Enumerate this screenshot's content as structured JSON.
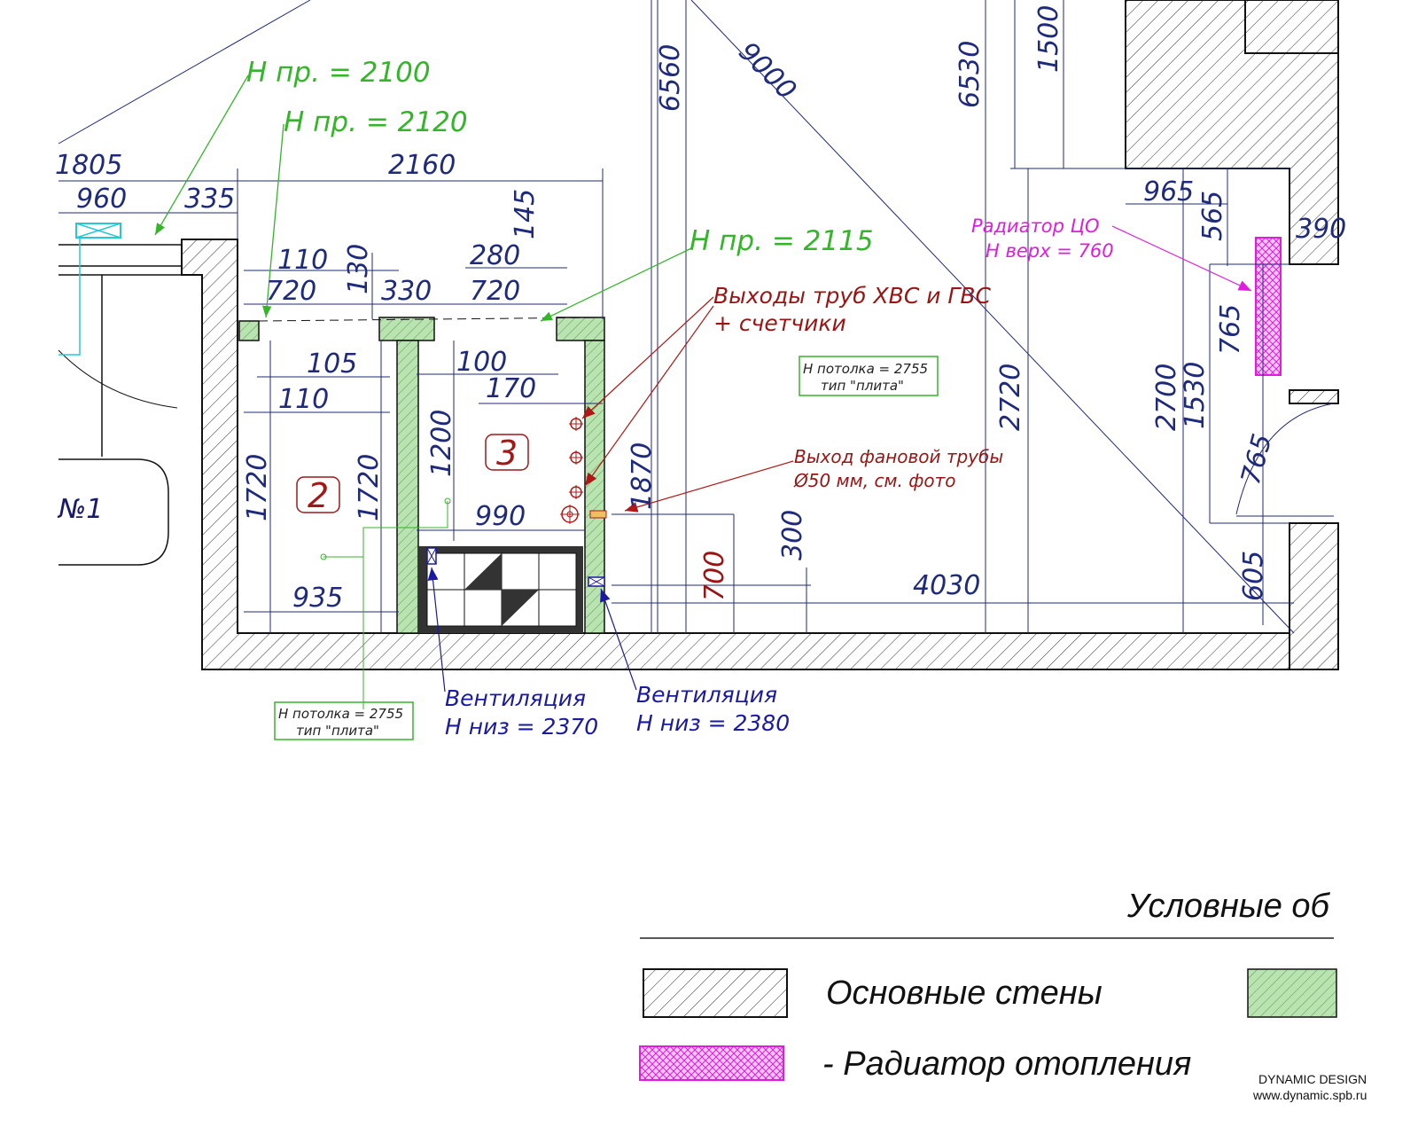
{
  "dimensions": {
    "d1805": "1805",
    "d960": "960",
    "d335": "335",
    "d2160": "2160",
    "d110a": "110",
    "d720a": "720",
    "d130": "130",
    "d330": "330",
    "d280": "280",
    "d145": "145",
    "d720b": "720",
    "d105": "105",
    "d100": "100",
    "d170": "170",
    "d110b": "110",
    "d1720a": "1720",
    "d1720b": "1720",
    "d1200": "1200",
    "d1870": "1870",
    "d990": "990",
    "d935": "935",
    "d700": "700",
    "d300": "300",
    "d4030": "4030",
    "d6560": "6560",
    "d9000": "9000",
    "d6530": "6530",
    "d1500": "1500",
    "d965": "965",
    "d565": "565",
    "d390": "390",
    "d2720": "2720",
    "d2700": "2700",
    "d1530": "1530",
    "d765a": "765",
    "d765b": "765",
    "d605": "605"
  },
  "heights": {
    "h2100": "Н пр. = 2100",
    "h2120": "Н пр. = 2120",
    "h2115": "Н пр. = 2115"
  },
  "pipes": {
    "line1": "Выходы труб ХВС и ГВС",
    "line2": "+ счетчики"
  },
  "drain": {
    "line1": "Выход фановой трубы",
    "line2": "Ø50 мм, см. фото"
  },
  "radiator": {
    "line1": "Радиатор ЦО",
    "line2": "Н верх = 760"
  },
  "ceiling_note": {
    "line1": "Н потолка = 2755",
    "line2": "тип \"плита\""
  },
  "ceiling_note2": {
    "line1": "Н потолка = 2755",
    "line2": "тип \"плита\""
  },
  "vent1": {
    "line1": "Вентиляция",
    "line2": "Н низ = 2370"
  },
  "vent2": {
    "line1": "Вентиляция",
    "line2": "Н низ = 2380"
  },
  "rooms": {
    "r2": "2",
    "r3": "3",
    "no1": "№1"
  },
  "legend": {
    "title": "Условные об",
    "walls": "Основные стены",
    "radiator": "- Радиатор отопления"
  },
  "brand": {
    "name": "DYNAMIC DESIGN",
    "url": "www.dynamic.spb.ru"
  },
  "colors": {
    "dimension": "#1f2a7a",
    "green_note": "#34b52a",
    "red_note": "#9a1414",
    "magenta": "#e21be0",
    "vent_blue": "#1a1aa0",
    "green_wall": "#b9e3b0"
  }
}
